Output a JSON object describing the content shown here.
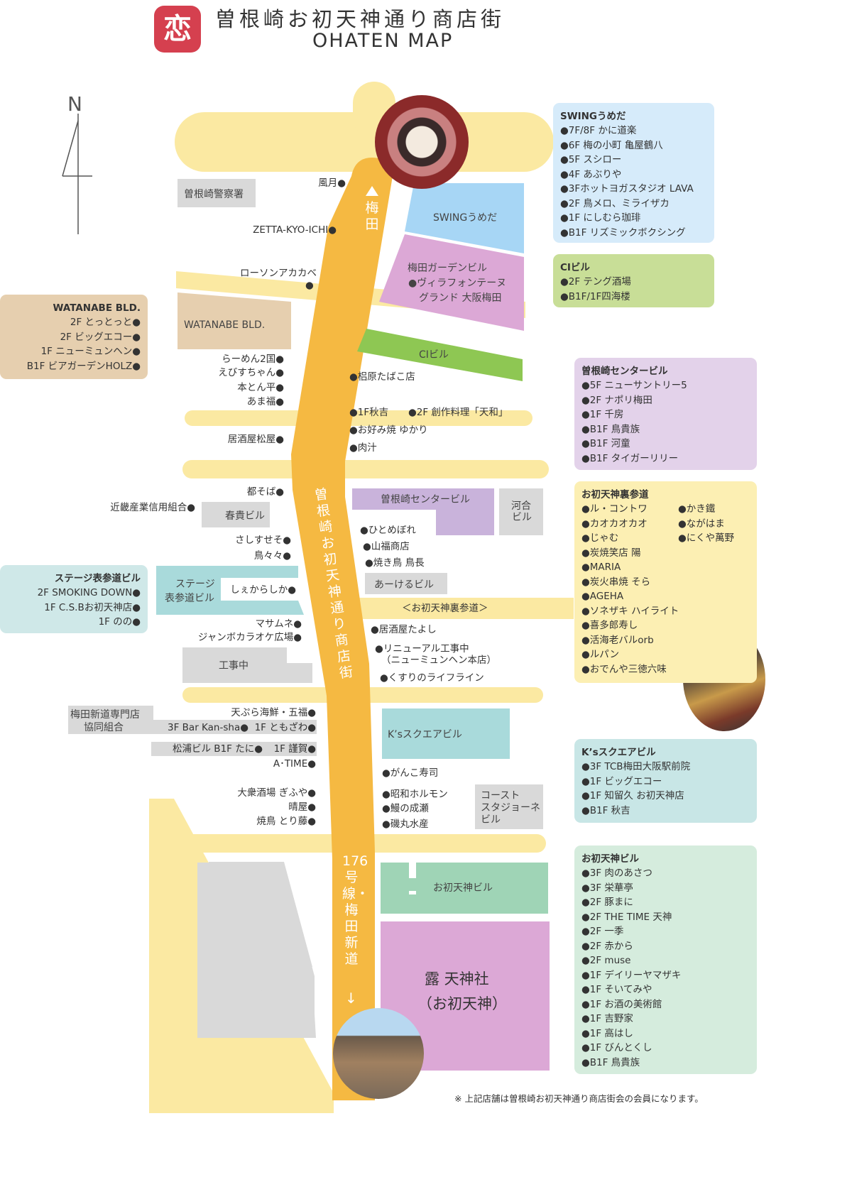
{
  "header": {
    "title_jp": "曽根崎お初天神通り商店街",
    "title_en": "OHATEN MAP",
    "logo_glyph": "恋"
  },
  "north": "N",
  "streets": {
    "umeda": "梅田",
    "arcade_name": "曽根崎お初天神通り商店街",
    "route": "176号線・梅田新道",
    "ura_sando": "＜お初天神裏参道＞"
  },
  "map_buildings": {
    "police": "曽根崎警察署",
    "swing": "SWINGうめだ",
    "garden_1": "梅田ガーデンビル",
    "garden_2": "●ヴィラフォンテーヌ",
    "garden_3": "グランド 大阪梅田",
    "watanabe": "WATANABE BLD.",
    "ci": "CIビル",
    "sonezaki_center": "曽根崎センタービル",
    "kawai_1": "河合",
    "kawai_2": "ビル",
    "haruki": "春貴ビル",
    "aakeru": "あーけるビル",
    "stage_1": "ステージ",
    "stage_2": "表参道ビル",
    "koji": "工事中",
    "senmonten_1": "梅田新道専門店",
    "senmonten_2": "協同組合",
    "ks": "K’sスクエアビル",
    "coast_1": "コースト",
    "coast_2": "スタジョーネ",
    "coast_3": "ビル",
    "ohatenjin_bld": "お初天神ビル",
    "shrine_1": "露 天神社",
    "shrine_2": "（お初天神）"
  },
  "left_labels": {
    "fugetsu": "風月●",
    "zetta": "ZETTA-KYO-ICHI●",
    "lawson": "ローソンアカカベ",
    "ramen": "らーめん2国●",
    "ebisu": "えびすちゃん●",
    "hontonpei": "本とん平●",
    "amafuku": "あま福●",
    "matsuya": "居酒屋松屋●",
    "miyako": "都そば●",
    "kinki": "近畿産業信用組合●",
    "sashisuseso": "さしすせそ●",
    "toritori": "鳥々々●",
    "shekara": "しぇからしか●",
    "masamune": "マサムネ●",
    "jumbo": "ジャンボカラオケ広場●",
    "tempura": "天ぷら海鮮・五福●",
    "kansha": "3F Bar Kan-sha●",
    "tomozawa": "1F ともざわ●",
    "matsuura": "松浦ビル B1F たに●",
    "kinga": "1F 謹賀●",
    "atime": "A･TIME●",
    "gifuya": "大衆酒場 ぎふや●",
    "hareya": "晴屋●",
    "torifuji": "焼鳥 とり藤●"
  },
  "right_labels": {
    "kashihara": "●梠原たばこ店",
    "akiyoshi": "●1F秋吉",
    "tenwa": "●2F 創作料理「天和」",
    "yukari": "●お好み焼 ゆかり",
    "nikujiru": "●肉汁",
    "hitomebore": "●ひとめぼれ",
    "yamafuku": "●山福商店",
    "torinaga": "●焼き鳥 鳥長",
    "tayoshi": "●居酒屋たよし",
    "renewal_1": "●リニューアル工事中",
    "renewal_2": "（ニューミュンヘン本店）",
    "lifeline": "●くすりのライフライン",
    "gankozushi": "●がんこ寿司",
    "showa": "●昭和ホルモン",
    "naruse": "●鰻の成瀬",
    "isomaru": "●磯丸水産"
  },
  "info_boxes": {
    "swing": {
      "title": "SWINGうめだ",
      "items": [
        "●7F/8F かに道楽",
        "●6F 梅の小町 亀屋鶴八",
        "●5F スシロー",
        "●4F あぶりや",
        "●3Fホットヨガスタジオ LAVA",
        "●2F 鳥メロ、ミライザカ",
        "●1F にしむら珈琲",
        "●B1F リズミックボクシング"
      ]
    },
    "ci": {
      "title": "CIビル",
      "items": [
        "●2F テング酒場",
        "●B1F/1F四海楼"
      ]
    },
    "watanabe": {
      "title": "WATANABE BLD.",
      "items": [
        "2F とっとっと●",
        "2F ビッグエコー●",
        "1F ニューミュンヘン●",
        "B1F ビアガーデンHOLZ●"
      ]
    },
    "center": {
      "title": "曽根崎センタービル",
      "items": [
        "●5F ニューサントリー5",
        "●2F ナポリ梅田",
        "●1F 千房",
        "●B1F 鳥貴族",
        "●B1F 河童",
        "●B1F タイガーリリー"
      ]
    },
    "urasando": {
      "title": "お初天神裏参道",
      "col1": [
        "●ル・コントワ",
        "●カオカオカオ",
        "●じゃむ",
        "●炭焼笑店 陽",
        "●MARIA",
        "●炭火串焼 そら",
        "●AGEHA",
        "●ソネザキ ハイライト",
        "●喜多郎寿し",
        "●活海老バルorb",
        "●ルパン",
        "●おでんや三徳六味"
      ],
      "col2": [
        "●かき鐵",
        "●ながはま",
        "●にくや萬野"
      ]
    },
    "stage": {
      "title": "ステージ表参道ビル",
      "items": [
        "2F SMOKING DOWN●",
        "1F C.S.Bお初天神店●",
        "1F のの●"
      ]
    },
    "ks": {
      "title": "K’sスクエアビル",
      "items": [
        "●3F TCB梅田大阪駅前院",
        "●1F ビッグエコー",
        "●1F 知留久 お初天神店",
        "●B1F 秋吉"
      ]
    },
    "ohatenjin": {
      "title": "お初天神ビル",
      "items": [
        "●3F 肉のあさつ",
        "●3F 栄華亭",
        "●2F 豚まに",
        "●2F THE TIME 天神",
        "●2F 一季",
        "●2F 赤から",
        "●2F muse",
        "●1F デイリーヤマザキ",
        "●1F そいてみや",
        "●1F お酒の美術館",
        "●1F 吉野家",
        "●1F 高はし",
        "●1F びんとくし",
        "●B1F 鳥貴族"
      ]
    }
  },
  "footnote": "※ 上記店舗は曽根崎お初天神通り商店街会の会員になります。",
  "colors": {
    "road": "#fbe9a2",
    "arcade": "#f5b942",
    "swing": "#d6ebfa",
    "ci": "#c8de97",
    "watanabe": "#e6cfaf",
    "center": "#e3d2ea",
    "urasando": "#fcefb3",
    "stage": "#cfe8e8",
    "ks": "#c8e6e6",
    "ohatenjin": "#d5ecdd",
    "logo": "#d5404f"
  }
}
